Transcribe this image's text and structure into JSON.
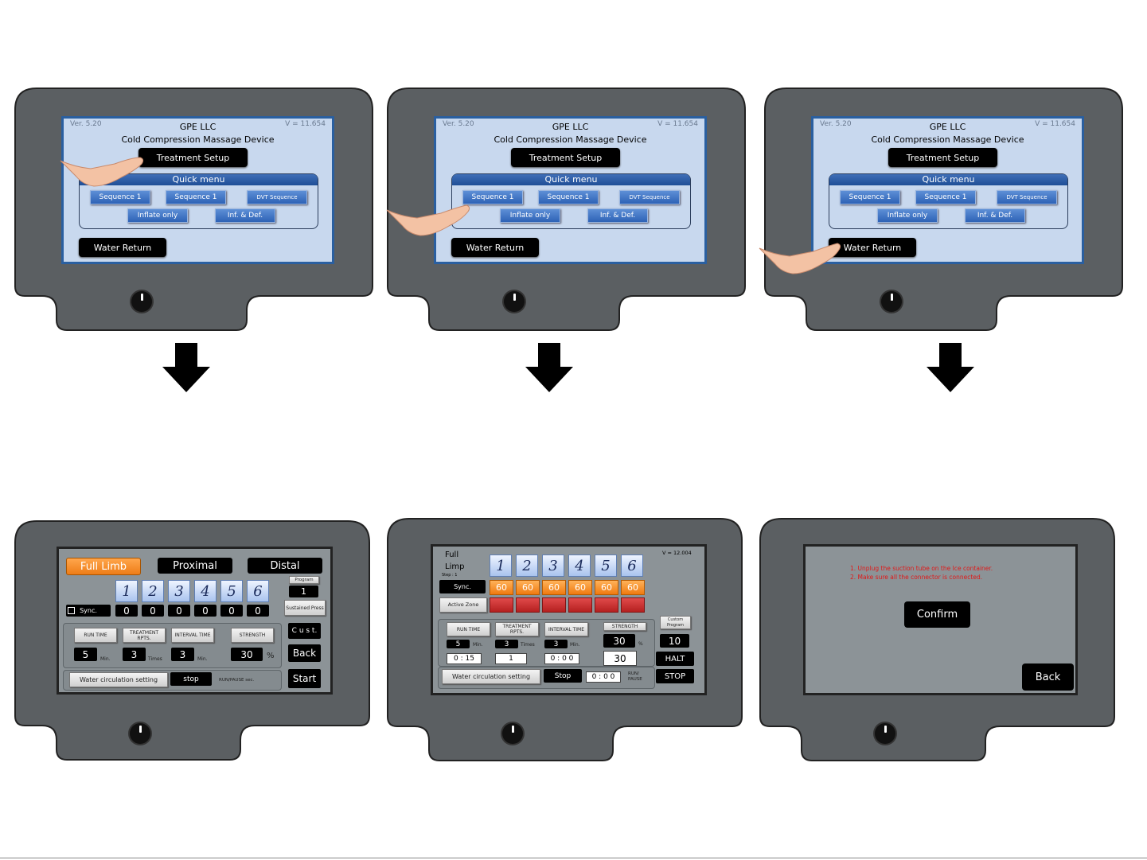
{
  "menu_screen": {
    "version": "Ver. 5.20",
    "voltage": "V = 11.654",
    "company": "GPE LLC",
    "device_name": "Cold Compression Massage Device",
    "treatment_setup": "Treatment Setup",
    "quick_menu": "Quick menu",
    "sequence_1a": "Sequence 1",
    "sequence_1b": "Sequence 1",
    "dvt_sequence": "DVT Sequence",
    "inflate_only": "Inflate only",
    "inf_def": "Inf. & Def.",
    "water_return": "Water Return"
  },
  "treatment_screen": {
    "tabs": [
      "Full Limb",
      "Proximal",
      "Distal"
    ],
    "program_label": "Program",
    "program_value": "1",
    "sustained_press": "Sustained Press",
    "zones": [
      "1",
      "2",
      "3",
      "4",
      "5",
      "6"
    ],
    "sync": "Sync.",
    "zone_values": [
      "0",
      "0",
      "0",
      "0",
      "0",
      "0"
    ],
    "run_time_label": "RUN TIME",
    "treatment_rpts_label": "TREATMENT RPTS.",
    "interval_time_label": "INTERVAL TIME",
    "strength_label": "STRENGTH",
    "run_time": "5",
    "run_time_unit": "Min.",
    "rpts": "3",
    "rpts_unit": "Times",
    "interval": "3",
    "interval_unit": "Min.",
    "strength": "30",
    "strength_unit": "%",
    "cust": "C u s t.",
    "back": "Back",
    "start": "Start",
    "water_circulation": "Water circulation setting",
    "stop": "stop",
    "run_pause": "RUN/PAUSE sec."
  },
  "running_screen": {
    "title_line1": "Full",
    "title_line2": "Limp",
    "step": "Step : 1",
    "voltage": "V = 12.004",
    "zones": [
      "1",
      "2",
      "3",
      "4",
      "5",
      "6"
    ],
    "sync": "Sync.",
    "zone_values": [
      "60",
      "60",
      "60",
      "60",
      "60",
      "60"
    ],
    "active_zone": "Active Zone",
    "run_time_label": "RUN TIME",
    "treatment_rpts_label": "TREATMENT RPTS.",
    "interval_time_label": "INTERVAL TIME",
    "strength_label": "STRENGTH",
    "run_time": "5",
    "run_time_unit": "Min.",
    "rpts": "3",
    "rpts_unit": "Times",
    "interval": "3",
    "interval_unit": "Min.",
    "run_time_elapsed": "0 : 15",
    "rpts_elapsed": "1",
    "interval_elapsed": "0 : 0 0",
    "strength_set": "30",
    "strength_unit": "%",
    "strength_actual": "30",
    "custom_program": "Custom Program",
    "program_value": "10",
    "halt": "HALT",
    "stop_btn": "STOP",
    "water_circulation": "Water circulation setting",
    "stop": "Stop",
    "run_pause_value": "0 : 0 0",
    "run_pause": "RUN/ PAUSE"
  },
  "water_return_screen": {
    "instructions": [
      "1.     Unplug   the   suction   tube   on   the   Ice   container.",
      "2.     Make   sure   all   the   connector   is   connected."
    ],
    "confirm": "Confirm",
    "back": "Back"
  },
  "colors": {
    "housing": "#5b5f62",
    "screen_blue": "#c8d8ee",
    "screen_grey": "#8c9397",
    "orange": "#f08a24"
  }
}
